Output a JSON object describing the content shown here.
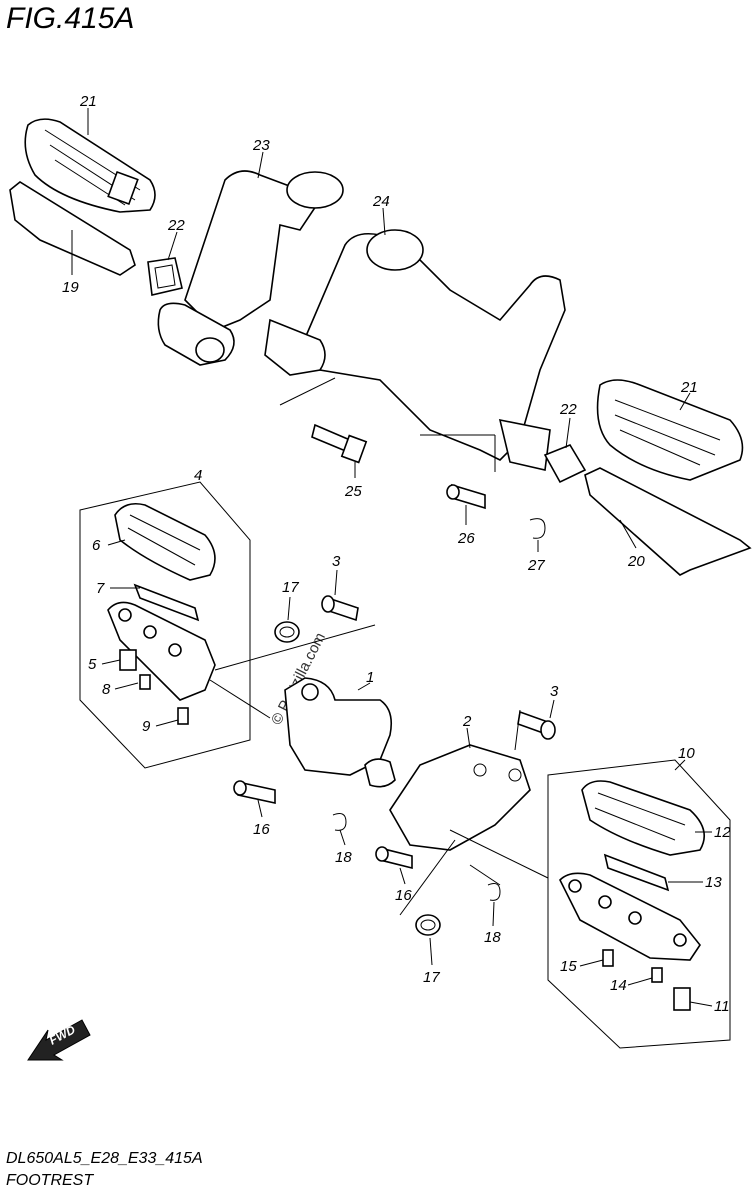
{
  "figure": {
    "title": "FIG.415A",
    "model_code": "DL650AL5_E28_E33_415A",
    "name": "FOOTREST",
    "watermark": "© Partzilla.com",
    "fwd_label": "FWD"
  },
  "callouts": [
    "21",
    "19",
    "22",
    "23",
    "24",
    "25",
    "26",
    "22",
    "21",
    "27",
    "20",
    "4",
    "6",
    "7",
    "5",
    "8",
    "9",
    "17",
    "3",
    "1",
    "3",
    "2",
    "10",
    "16",
    "18",
    "12",
    "13",
    "16",
    "18",
    "17",
    "15",
    "14",
    "11"
  ]
}
